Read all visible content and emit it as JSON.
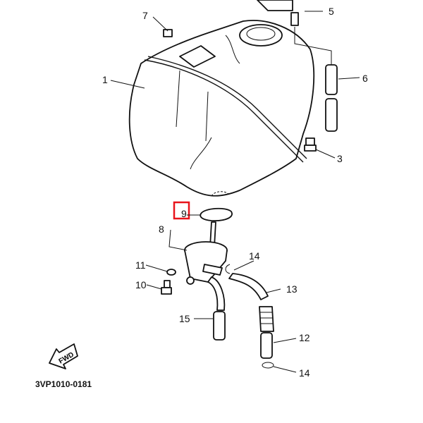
{
  "diagram": {
    "callouts": [
      {
        "id": "1",
        "label": "1"
      },
      {
        "id": "3",
        "label": "3"
      },
      {
        "id": "5",
        "label": "5"
      },
      {
        "id": "6",
        "label": "6"
      },
      {
        "id": "7",
        "label": "7"
      },
      {
        "id": "8",
        "label": "8"
      },
      {
        "id": "9",
        "label": "9"
      },
      {
        "id": "10",
        "label": "10"
      },
      {
        "id": "11",
        "label": "11"
      },
      {
        "id": "12",
        "label": "12"
      },
      {
        "id": "13",
        "label": "13"
      },
      {
        "id": "14a",
        "label": "14"
      },
      {
        "id": "14b",
        "label": "14"
      },
      {
        "id": "15",
        "label": "15"
      }
    ],
    "fwd_label": "FWD",
    "drawing_code": "3VP1010-0181",
    "highlight_color": "#e8141b"
  }
}
